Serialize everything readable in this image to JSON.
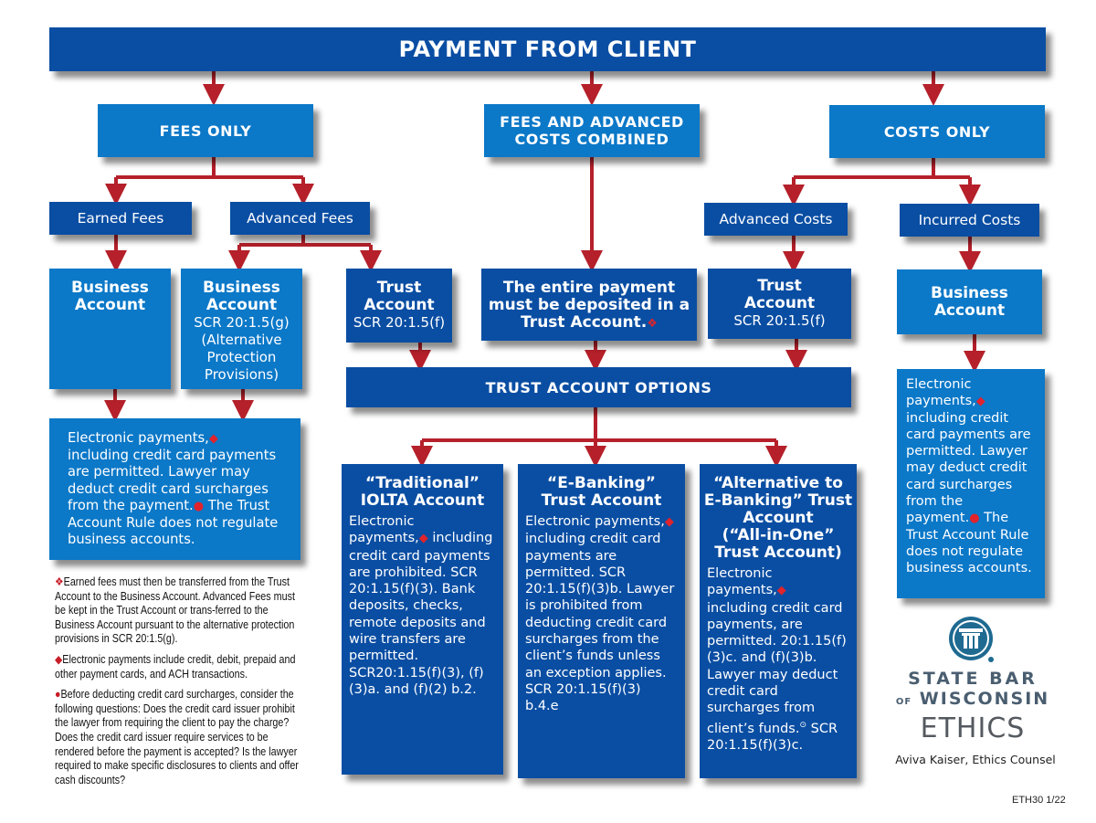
{
  "header": {
    "title": "PAYMENT FROM CLIENT"
  },
  "level1": {
    "fees_only": "FEES ONLY",
    "combined_line1": "FEES AND ADVANCED",
    "combined_line2": "COSTS COMBINED",
    "costs_only": "COSTS ONLY"
  },
  "level2": {
    "earned_fees": "Earned Fees",
    "advanced_fees": "Advanced Fees",
    "advanced_costs": "Advanced Costs",
    "incurred_costs": "Incurred Costs"
  },
  "level3": {
    "business_account_1": {
      "line1": "Business",
      "line2": "Account"
    },
    "business_account_2": {
      "line1": "Business",
      "line2": "Account",
      "rule": "SCR 20:1.5(g)",
      "note_line1": "(Alternative",
      "note_line2": "Protection",
      "note_line3": "Provisions)"
    },
    "trust_account_1": {
      "line1": "Trust",
      "line2": "Account",
      "rule": "SCR 20:1.5(f)"
    },
    "entire_payment": {
      "line1": "The entire payment",
      "line2": "must be deposited in a",
      "line3": "Trust Account.",
      "symbol": "❖"
    },
    "trust_account_2": {
      "line1": "Trust",
      "line2": "Account",
      "rule": "SCR 20:1.5(f)"
    },
    "business_account_3": {
      "line1": "Business",
      "line2": "Account"
    }
  },
  "trust_options": {
    "title": "TRUST ACCOUNT OPTIONS"
  },
  "business_info_left": {
    "text1": "Electronic payments,",
    "text2": "including credit card payments are permitted. Lawyer may deduct credit card surcharges from the payment.",
    "text3": "The Trust Account Rule does not regulate business accounts."
  },
  "business_info_right": {
    "text1": "Electronic payments,",
    "text2": "including credit card payments are permitted. Lawyer may deduct credit card surcharges from the payment.",
    "text3": "The Trust Account Rule does not regulate business accounts."
  },
  "options": [
    {
      "title_line1": "“Traditional”",
      "title_line2": "IOLTA Account",
      "text1": "Electronic payments,",
      "text2": "including credit card payments are prohibited. SCR 20:1.15(f)(3). Bank deposits, checks, remote deposits and wire transfers are permitted. SCR20:1.15(f)(3), (f)(3)a. and (f)(2) b.2."
    },
    {
      "title_line1": "“E-Banking”",
      "title_line2": "Trust Account",
      "text1": "Electronic payments,",
      "text2": "including credit card payments are permitted. SCR 20:1.15(f)(3)b. Lawyer is prohibited from deducting credit card surcharges from the client’s funds unless an exception applies. SCR 20:1.15(f)(3) b.4.e"
    },
    {
      "title_line1": "“Alternative to",
      "title_line2": "E-Banking” Trust",
      "title_line3": "Account",
      "title_line4": "(“All-in-One”",
      "title_line5": "Trust Account)",
      "text1": "Electronic payments,",
      "text2": "including credit card payments, are permitted. 20:1.15(f)(3)c. and (f)(3)b. Lawyer may deduct credit card surcharges from client’s funds.",
      "text3": "SCR 20:1.15(f)(3)c."
    }
  ],
  "symbols": {
    "diamond": "◆",
    "dot": "●",
    "quad_diamond": "❖"
  },
  "notes": [
    {
      "symbol": "❖",
      "text": "Earned fees must then be transferred from the Trust Account to the Business Account. Advanced Fees must be kept in the Trust Account or trans-ferred to the Business Account pursuant to the alternative protection provisions in SCR 20:1.5(g)."
    },
    {
      "symbol": "◆",
      "text": "Electronic payments include credit, debit, prepaid and other payment cards, and ACH transactions."
    },
    {
      "symbol": "●",
      "text": "Before deducting credit card surcharges, consider the following questions: Does the credit card issuer prohibit the lawyer from requiring the client to pay the charge? Does the credit card issuer require services to be rendered before the payment is accepted? Is the lawyer required to make specific disclosures to clients and offer cash discounts?"
    }
  ],
  "branding": {
    "line1": "STATE BAR",
    "line2_prefix": "OF",
    "line2": "WISCONSIN",
    "dept": "ETHICS",
    "counsel": "Aviva Kaiser, Ethics Counsel",
    "code": "ETH30  1/22"
  },
  "colors": {
    "dark_blue": "#0a4ea3",
    "light_blue": "#0b78c8",
    "arrow_red": "#b5202a",
    "symbol_red": "#e0232c",
    "logo_teal": "#1e6a91"
  }
}
